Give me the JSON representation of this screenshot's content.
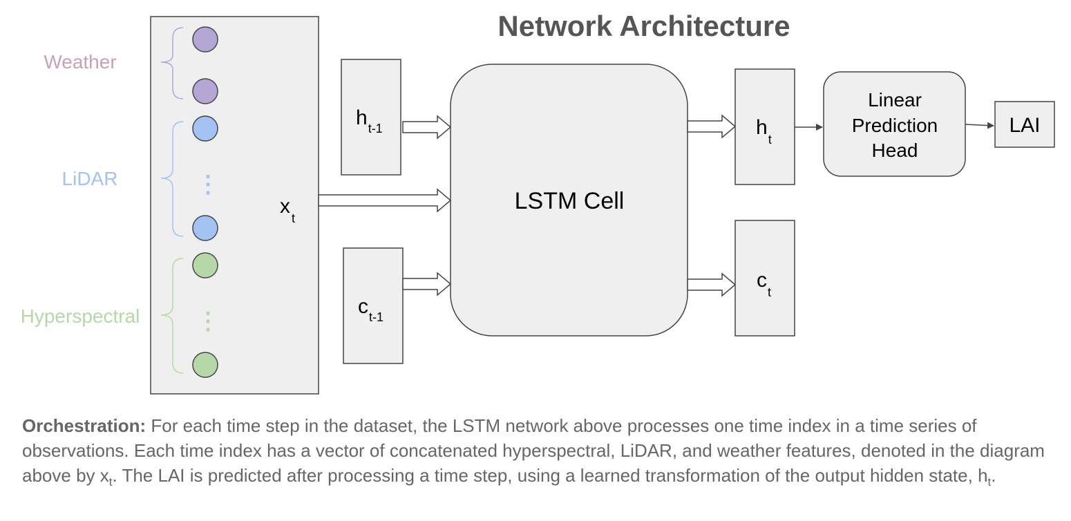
{
  "title": "Network Architecture",
  "feature_groups": {
    "weather": "Weather",
    "lidar": "LiDAR",
    "hyperspectral": "Hyperspectral"
  },
  "labels": {
    "x": "x",
    "x_sub": "t",
    "h_prev": "h",
    "h_prev_sub": "t-1",
    "c_prev": "c",
    "c_prev_sub": "t-1",
    "lstm": "LSTM Cell",
    "h_out": "h",
    "h_out_sub": "t",
    "c_out": "c",
    "c_out_sub": "t",
    "head_line1": "Linear",
    "head_line2": "Prediction",
    "head_line3": "Head",
    "lai": "LAI"
  },
  "caption": {
    "bold": "Orchestration:",
    "part1": " For each time step in the dataset, the LSTM network above processes one time index in a time series of observations. Each time index has a vector of concatenated hyperspectral, LiDAR, and weather features, denoted in the diagram above by x",
    "sub1": "t",
    "part2": ". The LAI is predicted after processing a time step, using a learned transformation of the output hidden state, h",
    "sub2": "t",
    "part3": "."
  },
  "colors": {
    "weather": "#b4a7d6",
    "weather_label": "#c9a0b8",
    "lidar": "#a4c2f4",
    "lidar_label": "#a4c2f4",
    "hyperspectral": "#b6d7a8",
    "hyperspectral_label": "#b6d7a8",
    "box_fill": "#efefef",
    "stroke": "#444444",
    "text": "#000000",
    "title": "#555555"
  }
}
